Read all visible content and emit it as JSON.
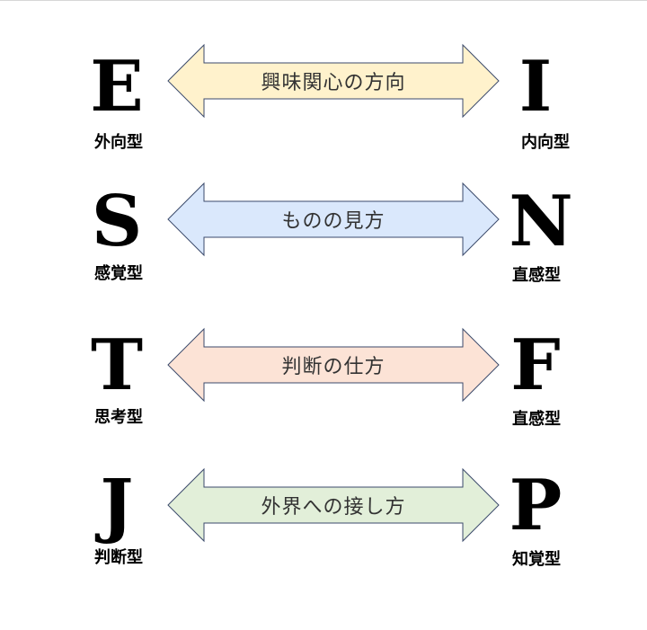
{
  "rows": [
    {
      "left_letter": "E",
      "left_label": "外向型",
      "arrow_text": "興味関心の方向",
      "arrow_color": "#fff2cc",
      "right_letter": "I",
      "right_label": "内向型"
    },
    {
      "left_letter": "S",
      "left_label": "感覚型",
      "arrow_text": "ものの見方",
      "arrow_color": "#dae8fc",
      "right_letter": "N",
      "right_label": "直感型"
    },
    {
      "left_letter": "T",
      "left_label": "思考型",
      "arrow_text": "判断の仕方",
      "arrow_color": "#fce3d6",
      "right_letter": "F",
      "right_label": "直感型"
    },
    {
      "left_letter": "J",
      "left_label": "判断型",
      "arrow_text": "外界への接し方",
      "arrow_color": "#e2efd9",
      "right_letter": "P",
      "right_label": "知覚型"
    }
  ],
  "arrow_stroke": "#3b4a6b"
}
